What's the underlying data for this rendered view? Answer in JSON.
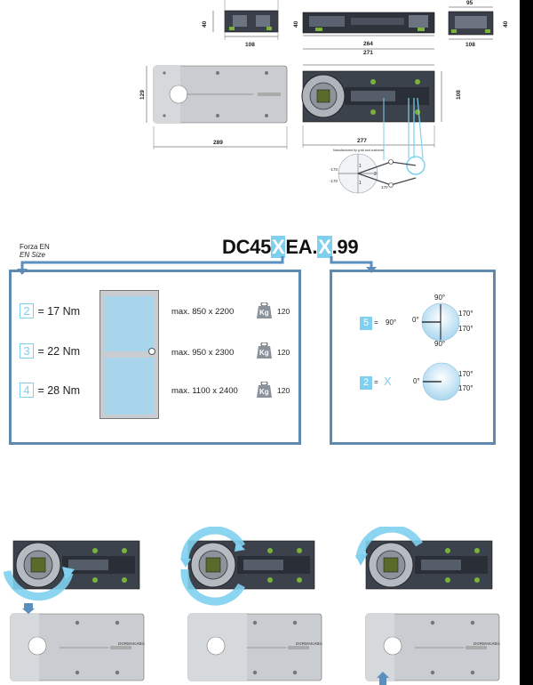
{
  "dimensions": {
    "d40_left": "40",
    "d108_left": "108",
    "d40_mid": "40",
    "d264": "264",
    "d271": "271",
    "d95": "95",
    "d40_right": "40",
    "d108_right": "108",
    "d129": "129",
    "d289": "289",
    "d108_side": "108",
    "d277": "277",
    "d170_left": "-170",
    "d170_left2": "-170",
    "d170_right": "170",
    "tiny_note": "Manufactured by g:ab and customer"
  },
  "model": {
    "prefix": "DC45",
    "x1": "X",
    "mid": "EA.",
    "x2": "X",
    "suffix": ".99"
  },
  "forza": {
    "line1": "Forza EN",
    "line2": "EN Size"
  },
  "size_rows": [
    {
      "num": "2",
      "torque": "= 17 Nm",
      "max": "max. 850 x 2200",
      "kg_icon": "Kg",
      "weight": "120"
    },
    {
      "num": "3",
      "torque": "= 22 Nm",
      "max": "max. 950 x 2300",
      "kg_icon": "Kg",
      "weight": "120"
    },
    {
      "num": "4",
      "torque": "= 28 Nm",
      "max": "max. 1100 x 2400",
      "kg_icon": "Kg",
      "weight": "120"
    }
  ],
  "hold_open": {
    "opt1_num": "5",
    "opt1_eq": "=",
    "opt1_val": "90°",
    "opt1_top": "90°",
    "opt1_left": "0°",
    "opt1_r1": "170°",
    "opt1_r2": "170°",
    "opt1_bottom": "90°",
    "opt2_num": "2",
    "opt2_eq": "=",
    "opt2_val": "X",
    "opt2_left": "0°",
    "opt2_r1": "170°",
    "opt2_r2": "170°"
  },
  "brand_plate": "DORMAKABA",
  "colors": {
    "accent_blue": "#7fd0ee",
    "panel_border": "#5f8ab0",
    "arrow_blue": "#5a8fbe"
  }
}
